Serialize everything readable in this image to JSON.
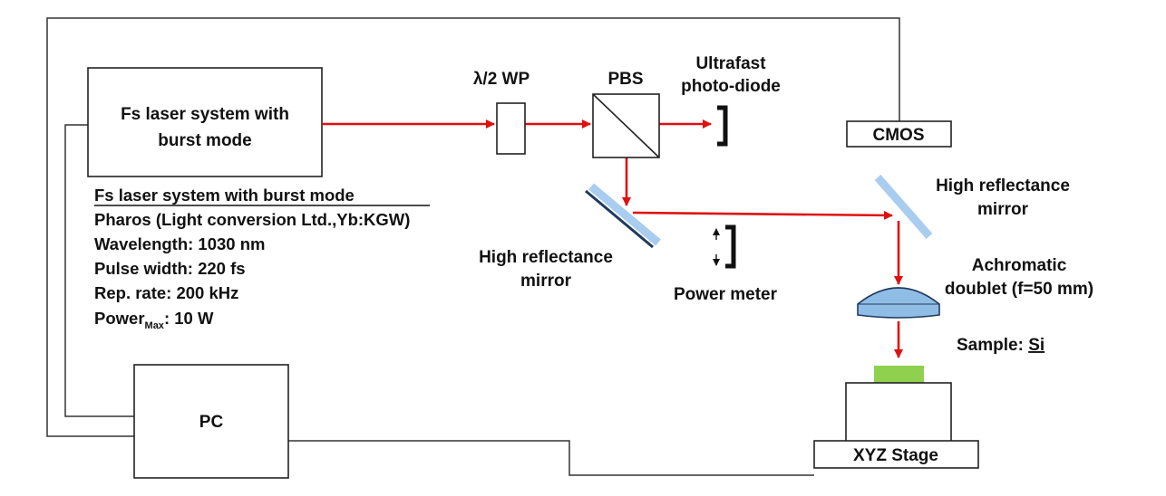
{
  "colors": {
    "beam": "#e01010",
    "mirror_face": "#a9cdee",
    "mirror_back": "#1f3a5f",
    "lens_fill": "#8fbde6",
    "sample": "#8fd14f",
    "outline": "#222222"
  },
  "laser": {
    "line1": "Fs laser system with",
    "line2": "burst mode"
  },
  "specs": {
    "heading": "Fs laser system with burst mode",
    "model": "Pharos (Light conversion Ltd.,Yb:KGW)",
    "wavelength": "Wavelength: 1030 nm",
    "pulse_width": "Pulse width: 220 fs",
    "rep_rate": "Rep. rate: 200 kHz",
    "power_prefix": "Power",
    "power_sub": "Max",
    "power_value": ": 10 W"
  },
  "components": {
    "waveplate": "λ/2 WP",
    "pbs": "PBS",
    "photodiode_line1": "Ultrafast",
    "photodiode_line2": "photo-diode",
    "cmos": "CMOS",
    "mirror1_line1": "High reflectance",
    "mirror1_line2": "mirror",
    "power_meter": "Power meter",
    "mirror2_line1": "High reflectance",
    "mirror2_line2": "mirror",
    "lens_line1": "Achromatic",
    "lens_line2": "doublet (f=50 mm)",
    "sample_prefix": "Sample: ",
    "sample_material": "Si",
    "stage": "XYZ Stage",
    "pc": "PC"
  }
}
